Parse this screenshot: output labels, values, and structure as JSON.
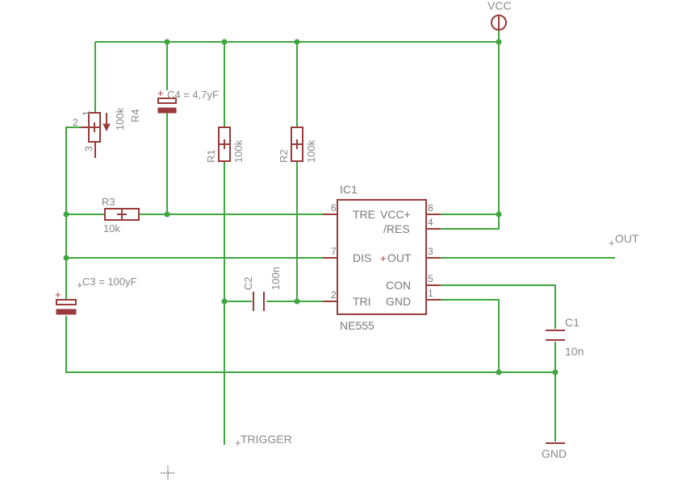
{
  "labels": {
    "vcc": "VCC",
    "out": "OUT",
    "gnd": "GND",
    "trigger": "TRIGGER"
  },
  "components": {
    "ic1": {
      "name": "IC1",
      "value": "NE555",
      "pins": {
        "tre": "TRE",
        "vcc": "VCC+",
        "res": "/RES",
        "dis": "DIS",
        "out": "OUT",
        "con": "CON",
        "tri": "TRI",
        "gnd": "GND"
      },
      "pin_numbers": {
        "p6": "6",
        "p8": "8",
        "p4": "4",
        "p7": "7",
        "p3": "3",
        "p5": "5",
        "p2": "2",
        "p1": "1"
      }
    },
    "r1": {
      "name": "R1",
      "value": "100k"
    },
    "r2": {
      "name": "R2",
      "value": "100k"
    },
    "r3": {
      "name": "R3",
      "value": "10k"
    },
    "r4": {
      "name": "R4",
      "value": "100k",
      "pin1": "1",
      "pin2": "2",
      "pin3": "3"
    },
    "c1": {
      "name": "C1",
      "value": "10n"
    },
    "c2": {
      "name": "C2",
      "value": "100n"
    },
    "c3": {
      "label": "C3 = 100yF"
    },
    "c4": {
      "label": "C4 = 4,7yF"
    }
  },
  "colors": {
    "wire": "#3fa63f",
    "part": "#9a3a3a",
    "text": "#8a8a8a"
  }
}
